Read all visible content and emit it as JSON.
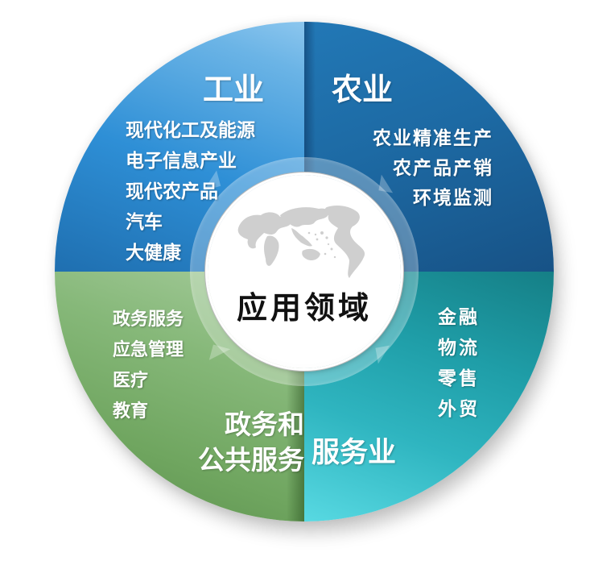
{
  "diagram": {
    "center_label": "应用领域",
    "center_icon": "world-map-icon",
    "colors": {
      "industry": "#2e8fd6",
      "agriculture": "#1d6aa4",
      "government": "#86b879",
      "service": "#1f9ea8",
      "center": "#ffffff",
      "center_text": "#111111"
    },
    "quadrants": [
      {
        "id": "industry",
        "title": "工业",
        "position": "top-left",
        "items": [
          "现代化工及能源",
          "电子信息产业",
          "现代农产品",
          "汽车",
          "大健康"
        ]
      },
      {
        "id": "agriculture",
        "title": "农业",
        "position": "top-right",
        "items": [
          "农业精准生产",
          "农产品产销",
          "环境监测"
        ]
      },
      {
        "id": "government",
        "title_line1": "政务和",
        "title_line2": "公共服务",
        "position": "bottom-left",
        "items": [
          "政务服务",
          "应急管理",
          "医疗",
          "教育"
        ]
      },
      {
        "id": "service",
        "title": "服务业",
        "position": "bottom-right",
        "items": [
          "金融",
          "物流",
          "零售",
          "外贸"
        ]
      }
    ]
  }
}
